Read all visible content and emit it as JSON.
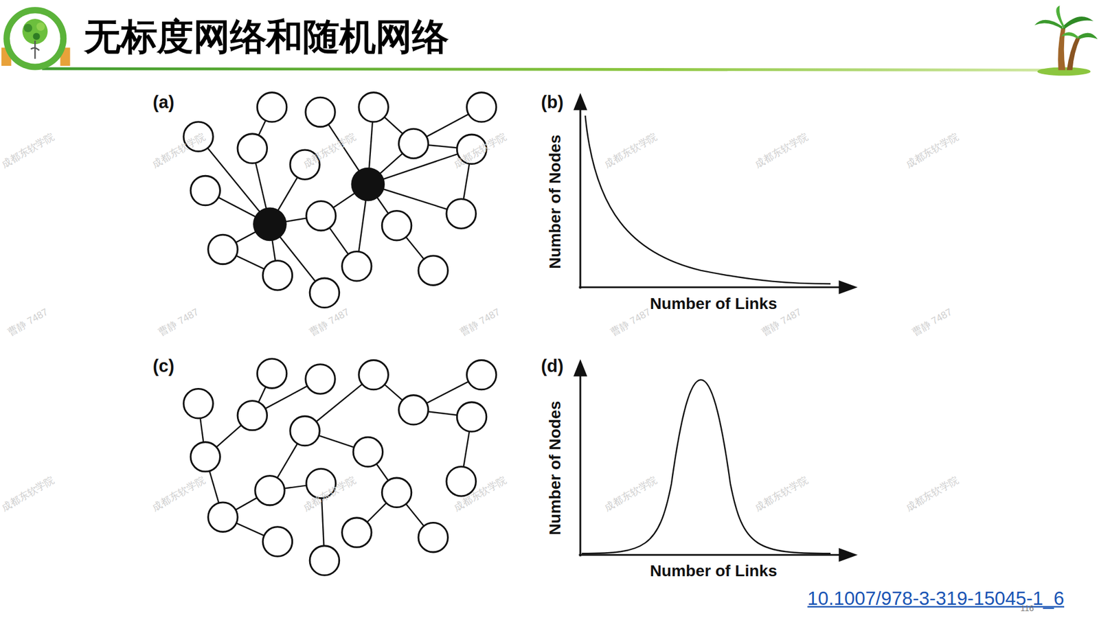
{
  "diagram": {
    "title": "无标度网络和随机网络",
    "labels": [
      "(a)",
      "(b)",
      "Number of Nodes",
      "Number of Links",
      "(c)",
      "(d)",
      "Number of Nodes",
      "Number of Links",
      "10.1007/978-3-319-15045-1_6",
      "116",
      "成都东软学院",
      "成都东软学院",
      "成都东软学院",
      "成都东软学院",
      "成都东软学院",
      "成都东软学院",
      "成都东软学院",
      "曹静 7487",
      "曹静 7487",
      "曹静 7487",
      "曹静 7487",
      "曹静 7487",
      "曹静 7487",
      "曹静 7487",
      "成都东软学院",
      "成都东软学院",
      "成都东软学院",
      "成都东软学院",
      "成都东软学院",
      "成都东软学院",
      "成都东软学院"
    ]
  }
}
